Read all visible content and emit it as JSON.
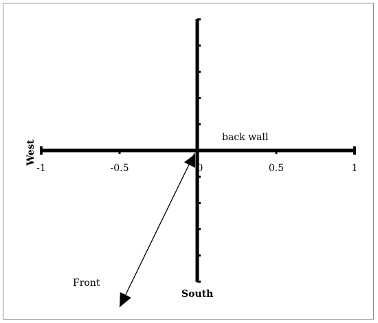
{
  "diagram": {
    "x_axis_min": -1,
    "x_axis_max": 1,
    "x_tick_labels": [
      "-1",
      "-0.5",
      "0",
      "0.5",
      "1"
    ],
    "x_tick_values": [
      -1,
      -0.5,
      0,
      0.5,
      1
    ],
    "west_label": "West",
    "south_label": "South",
    "back_wall_label": "back wall",
    "front_label": "Front",
    "y_ticks_above": 5,
    "y_ticks_below": 5,
    "arrow_end": {
      "x": -0.5,
      "y": -1.0
    }
  }
}
